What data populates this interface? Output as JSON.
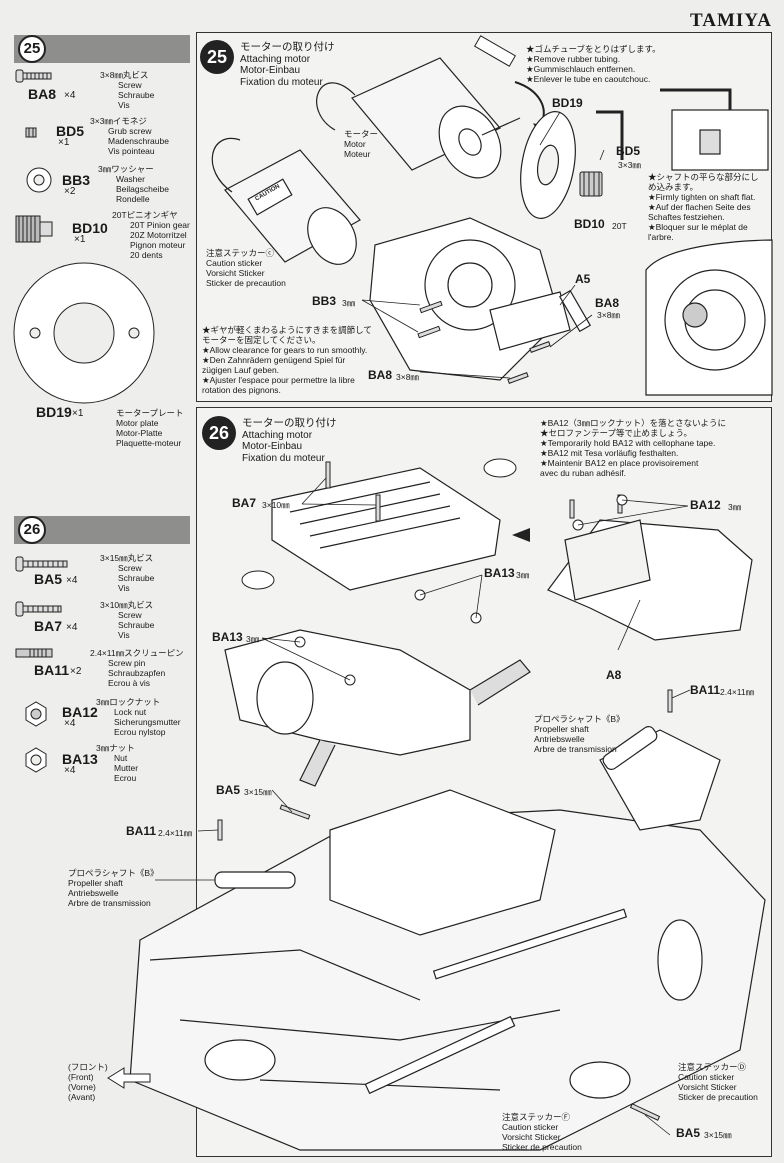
{
  "brand": "TAMIYA",
  "left_step25": {
    "num": "25",
    "parts": [
      {
        "code": "BA8",
        "qty": "×4",
        "lines": [
          "3×8㎜丸ビス",
          "Screw",
          "Schraube",
          "Vis"
        ]
      },
      {
        "code": "BD5",
        "qty": "×1",
        "lines": [
          "3×3㎜イモネジ",
          "Grub screw",
          "Madenschraube",
          "Vis pointeau"
        ]
      },
      {
        "code": "BB3",
        "qty": "×2",
        "lines": [
          "3㎜ワッシャー",
          "Washer",
          "Beilagscheibe",
          "Rondelle"
        ]
      },
      {
        "code": "BD10",
        "qty": "×1",
        "lines": [
          "20Tピニオンギヤ",
          "20T Pinion gear",
          "20Z Motorritzel",
          "Pignon moteur 20 dents"
        ]
      },
      {
        "code": "BD19",
        "qty": "×1",
        "lines": [
          "モータープレート",
          "Motor plate",
          "Motor-Platte",
          "Plaquette-moteur"
        ]
      }
    ]
  },
  "left_step26": {
    "num": "26",
    "parts": [
      {
        "code": "BA5",
        "qty": "×4",
        "lines": [
          "3×15㎜丸ビス",
          "Screw",
          "Schraube",
          "Vis"
        ]
      },
      {
        "code": "BA7",
        "qty": "×4",
        "lines": [
          "3×10㎜丸ビス",
          "Screw",
          "Schraube",
          "Vis"
        ]
      },
      {
        "code": "BA11",
        "qty": "×2",
        "lines": [
          "2.4×11㎜スクリューピン",
          "Screw pin",
          "Schraubzapfen",
          "Ecrou à vis"
        ]
      },
      {
        "code": "BA12",
        "qty": "×4",
        "lines": [
          "3㎜ロックナット",
          "Lock nut",
          "Sicherungsmutter",
          "Ecrou nylstop"
        ]
      },
      {
        "code": "BA13",
        "qty": "×4",
        "lines": [
          "3㎜ナット",
          "Nut",
          "Mutter",
          "Ecrou"
        ]
      }
    ]
  },
  "step25": {
    "num": "25",
    "title": [
      "モーターの取り付け",
      "Attaching motor",
      "Motor-Einbau",
      "Fixation du moteur"
    ],
    "note_tube": [
      "★ゴムチューブをとりはずします。",
      "★Remove rubber tubing.",
      "★Gummischlauch entfernen.",
      "★Enlever le tube en caoutchouc."
    ],
    "motor_label": [
      "モーター",
      "Motor",
      "Moteur"
    ],
    "sticker_label": [
      "注意ステッカーⓒ",
      "Caution sticker",
      "Vorsicht Sticker",
      "Sticker de precaution"
    ],
    "caution_text": "CAUTION",
    "note_shaft": [
      "★シャフトの平らな部分にし",
      "め込みます。",
      "★Firmly tighten on shaft flat.",
      "★Auf der flachen Seite des",
      "Schaftes festziehen.",
      "★Bloquer sur le méplat de",
      "l'arbre."
    ],
    "note_gears": [
      "★ギヤが軽くまわるようにすきまを調節して",
      "モーターを固定してください。",
      "★Allow clearance for gears to run smoothly.",
      "★Den Zahnrädern genügend Spiel für",
      "zügigen Lauf geben.",
      "★Ajuster l'espace pour permettre la libre",
      "rotation des pignons."
    ],
    "labels": {
      "bd19": "BD19",
      "bd5": "BD5",
      "bd5_size": "3×3㎜",
      "bd10": "BD10",
      "bd10_size": "20T",
      "a5": "A5",
      "ba8": "BA8",
      "ba8_size": "3×8㎜",
      "bb3": "BB3",
      "bb3_size": "3㎜",
      "ba8b": "BA8",
      "ba8b_size": "3×8㎜"
    }
  },
  "step26": {
    "num": "26",
    "title": [
      "モーターの取り付け",
      "Attaching motor",
      "Motor-Einbau",
      "Fixation du moteur"
    ],
    "note_ba12": [
      "★BA12（3㎜ロックナット）を落とさないように",
      "★セロファンテープ等で止めましょう。",
      "★Temporarily hold BA12 with cellophane tape.",
      "★BA12 mit Tesa vorläufig festhalten.",
      "★Maintenir BA12 en place provisoirement",
      "avec du ruban adhésif."
    ],
    "labels": {
      "ba7": "BA7",
      "ba7_size": "3×10㎜",
      "ba12": "BA12",
      "ba12_size": "3㎜",
      "ba13a": "BA13",
      "ba13a_size": "3㎜",
      "ba13b": "BA13",
      "ba13b_size": "3㎜",
      "a8": "A8",
      "ba11a": "BA11",
      "ba11a_size": "2.4×11㎜",
      "ba5a": "BA5",
      "ba5a_size": "3×15㎜",
      "ba11b": "BA11",
      "ba11b_size": "2.4×11㎜",
      "ba5b": "BA5",
      "ba5b_size": "3×15㎜"
    },
    "shaft_right": [
      "プロペラシャフト《B》",
      "Propeller shaft",
      "Antriebswelle",
      "Arbre de transmission"
    ],
    "shaft_left": [
      "プロペラシャフト《B》",
      "Propeller shaft",
      "Antriebswelle",
      "Arbre de transmission"
    ],
    "front": [
      "(フロント)",
      "(Front)",
      "(Vorne)",
      "(Avant)"
    ],
    "sticker_d": [
      "注意ステッカーⒹ",
      "Caution sticker",
      "Vorsicht Sticker",
      "Sticker de precaution"
    ],
    "sticker_f": [
      "注意ステッカーⒻ",
      "Caution sticker",
      "Vorsicht Sticker",
      "Sticker de precaution"
    ]
  }
}
